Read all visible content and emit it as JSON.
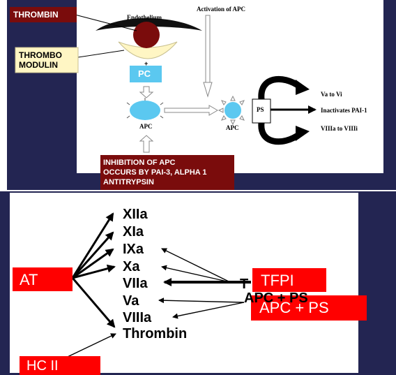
{
  "top": {
    "thrombin_label": "THROMBIN",
    "endothelium_label": "Endothelium",
    "activation_label": "Activation of APC",
    "thrombomodulin_line1": "THROMBO",
    "thrombomodulin_line2": "MODULIN",
    "plus_sign": "+",
    "pc_label": "PC",
    "apc_label_left": "APC",
    "apc_label_right": "APC",
    "ps_label": "PS",
    "out_va": "Va to Vi",
    "out_pai": "Inactivates PAI-1",
    "out_viiia": "VIIIa to VIIIi",
    "inhibition_line1": "INHIBITION OF APC",
    "inhibition_line2": "OCCURS BY PAI-3, ALPHA 1",
    "inhibition_line3": "ANTITRYPSIN",
    "colors": {
      "dark_red": "#7a0c0c",
      "cyan": "#5bc8f0",
      "cream": "#fff6c4",
      "navy": "#232552"
    }
  },
  "bottom": {
    "factors": [
      "XIIa",
      "XIa",
      "IXa",
      "Xa",
      "VIIa",
      "Va",
      "VIIIa",
      "Thrombin"
    ],
    "at_label": "AT",
    "tfpi_label": "TFPI",
    "apcps_label": "APC + PS",
    "hcii_label": "HC II",
    "hidden_t": "T",
    "hidden_apc": "APC + PS",
    "colors": {
      "red": "#ff0000",
      "navy": "#232552"
    }
  }
}
